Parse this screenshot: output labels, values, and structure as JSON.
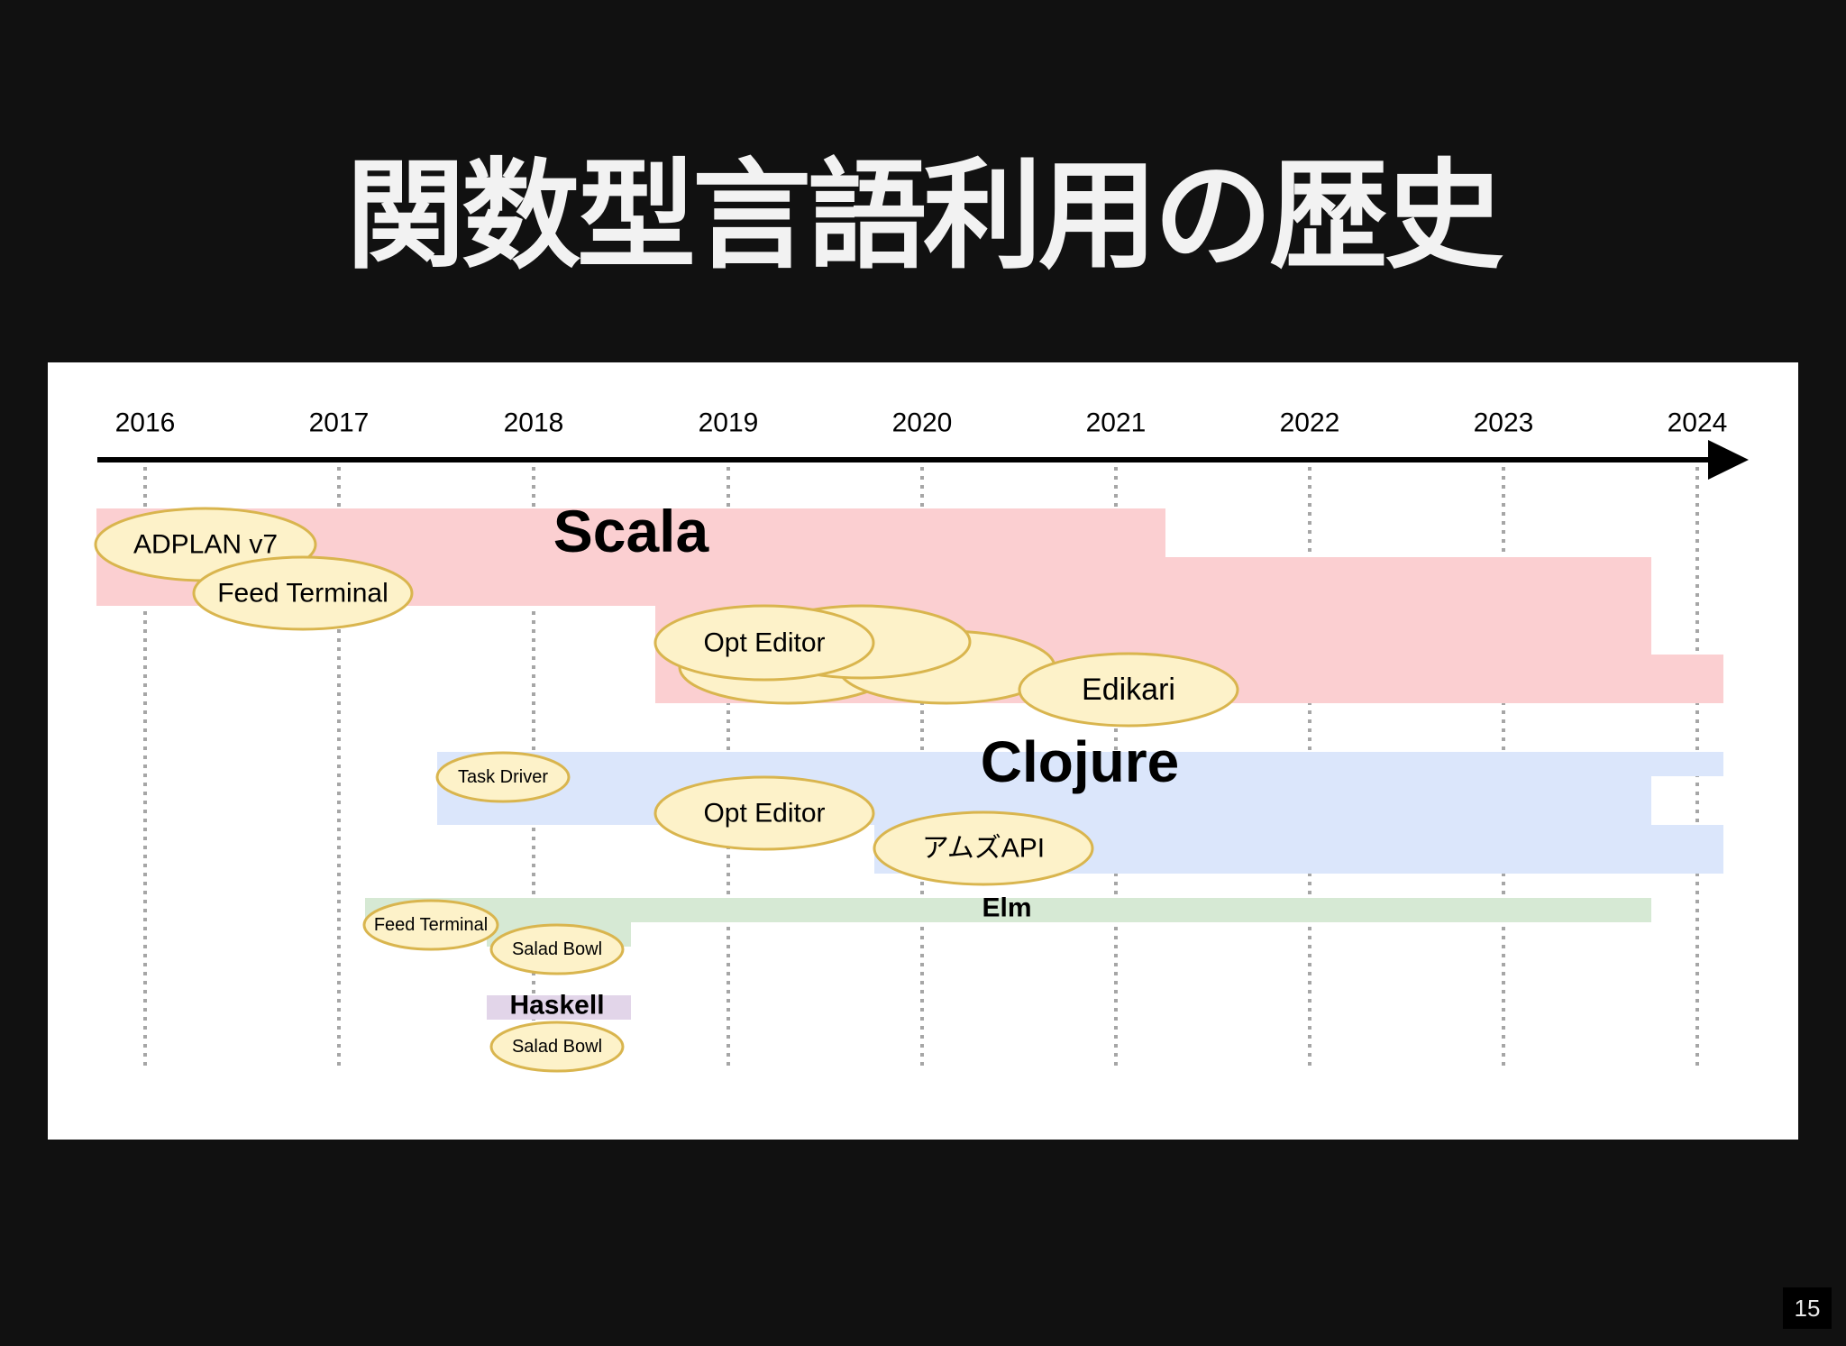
{
  "slide": {
    "title": "関数型言語利用の歴史",
    "page_number": "15"
  },
  "timeline": {
    "years": [
      "2016",
      "2017",
      "2018",
      "2019",
      "2020",
      "2021",
      "2022",
      "2023",
      "2024"
    ]
  },
  "languages": [
    {
      "id": "scala",
      "name": "Scala",
      "color": "#fbcfd1"
    },
    {
      "id": "clojure",
      "name": "Clojure",
      "color": "#dbe6fb"
    },
    {
      "id": "elm",
      "name": "Elm",
      "color": "#d6e9d4"
    },
    {
      "id": "haskell",
      "name": "Haskell",
      "color": "#e2d5e9"
    }
  ],
  "projects": [
    {
      "name": "ADPLAN v7",
      "language": "Scala"
    },
    {
      "name": "Feed Terminal",
      "language": "Scala"
    },
    {
      "name": "",
      "language": "Scala"
    },
    {
      "name": "",
      "language": "Scala"
    },
    {
      "name": "",
      "language": "Scala"
    },
    {
      "name": "Opt Editor",
      "language": "Scala"
    },
    {
      "name": "Edikari",
      "language": "Scala"
    },
    {
      "name": "Task Driver",
      "language": "Clojure"
    },
    {
      "name": "Opt Editor",
      "language": "Clojure"
    },
    {
      "name": "アムズAPI",
      "language": "Clojure"
    },
    {
      "name": "Feed Terminal",
      "language": "Elm"
    },
    {
      "name": "Salad Bowl",
      "language": "Elm"
    },
    {
      "name": "Salad Bowl",
      "language": "Haskell"
    }
  ],
  "styles": {
    "bubble_fill": "#fdf2c9",
    "bubble_stroke": "#d9b54e",
    "axis_color": "#000000",
    "gridline_color": "#a6a6a6"
  }
}
